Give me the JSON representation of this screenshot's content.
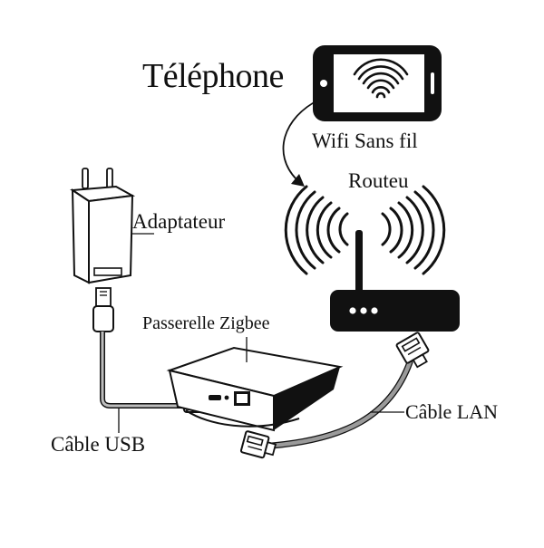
{
  "labels": {
    "phone": "Téléphone",
    "wifi": "Wifi Sans fil",
    "router": "Routeu",
    "adapter": "Adaptateur",
    "gateway": "Passerelle Zigbee",
    "lan_cable": "Câble LAN",
    "usb_cable": "Câble USB"
  },
  "icons": {
    "phone": "smartphone-icon",
    "router": "wifi-router-icon",
    "adapter": "usb-power-adapter-icon",
    "gateway": "zigbee-gateway-icon"
  },
  "colors": {
    "line": "#111111",
    "cable_gray": "#9a9a9a",
    "background": "#ffffff"
  }
}
